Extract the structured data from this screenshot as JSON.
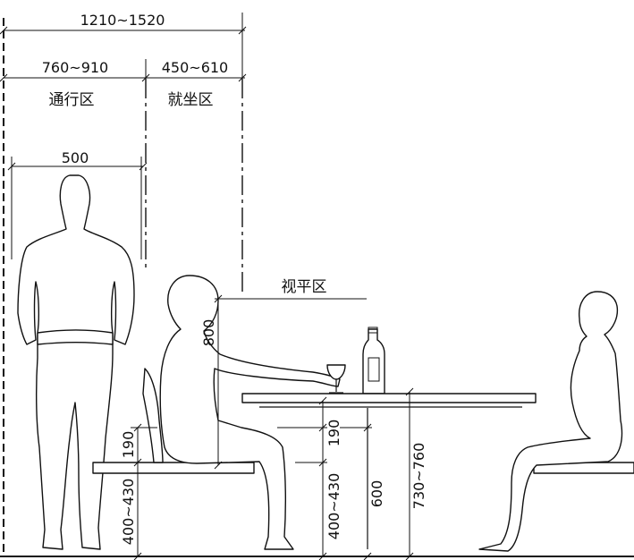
{
  "dimensions": {
    "total_width": "1210~1520",
    "circulation_width": "760~910",
    "seating_width": "450~610",
    "body_width": "500",
    "eye_height": "800",
    "seat_cushion": "190",
    "seat_height": "400~430",
    "thigh_clearance": "190",
    "seat_height_right": "400~430",
    "knee_height": "600",
    "table_height": "730~760"
  },
  "zones": {
    "circulation": "通行区",
    "seating": "就坐区",
    "sight": "视平区"
  }
}
